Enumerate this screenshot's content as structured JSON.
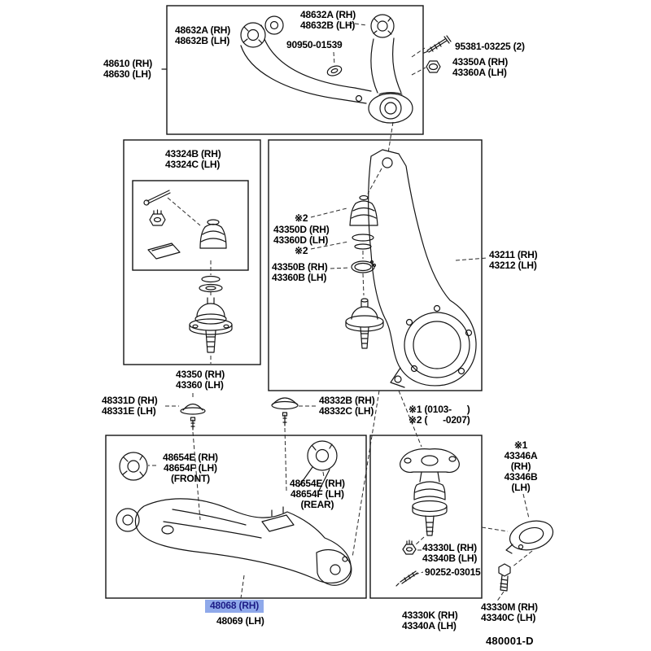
{
  "diagram": {
    "ref_code": "480001-D",
    "highlight": {
      "bg": "#8fa9ea",
      "fg": "#1c1c86"
    }
  },
  "labels": {
    "upper_bushing_inner": "48632A (RH)\n48632B (LH)",
    "upper_bushing_top": "48632A (RH)\n48632B (LH)",
    "cam_90950": "90950-01539",
    "bolt_95381": "95381-03225 (2)",
    "nut_43350a": "43350A (RH)\n43360A (LH)",
    "upper_arm": "48610 (RH)\n48630 (LH)",
    "balljoint_kit": "43324B (RH)\n43324C (LH)",
    "mark2_a": "※2",
    "dust_cover_43350d": "43350D (RH)\n43360D (LH)",
    "mark2_b": "※2",
    "ring_43350b": "43350B (RH)\n43360B (LH)",
    "knuckle": "43211 (RH)\n43212 (LH)",
    "upper_balljoint": "43350 (RH)\n43360 (LH)",
    "cap_48331d": "48331D (RH)\n48331E (LH)",
    "cap_48332b": "48332B (RH)\n48332C (LH)",
    "applicability": "※1 (0103-      )\n※2 (      -0207)",
    "lower_bushing_front": "48654E (RH)\n48654F (LH)\n(FRONT)",
    "lower_bushing_rear": "48654E (RH)\n48654F (LH)\n(REAR)",
    "lower_arm_rh": "48068 (RH)",
    "lower_arm_lh": "48069 (LH)",
    "nut_43330l": "43330L (RH)\n43340B (LH)",
    "bolt_90252": "90252-03015",
    "lower_balljoint": "43330K (RH)\n43340A (LH)",
    "dust_cover_43346": "※1\n43346A\n(RH)\n43346B\n(LH)",
    "cover_bolt_43330m": "43330M (RH)\n43340C (LH)"
  }
}
